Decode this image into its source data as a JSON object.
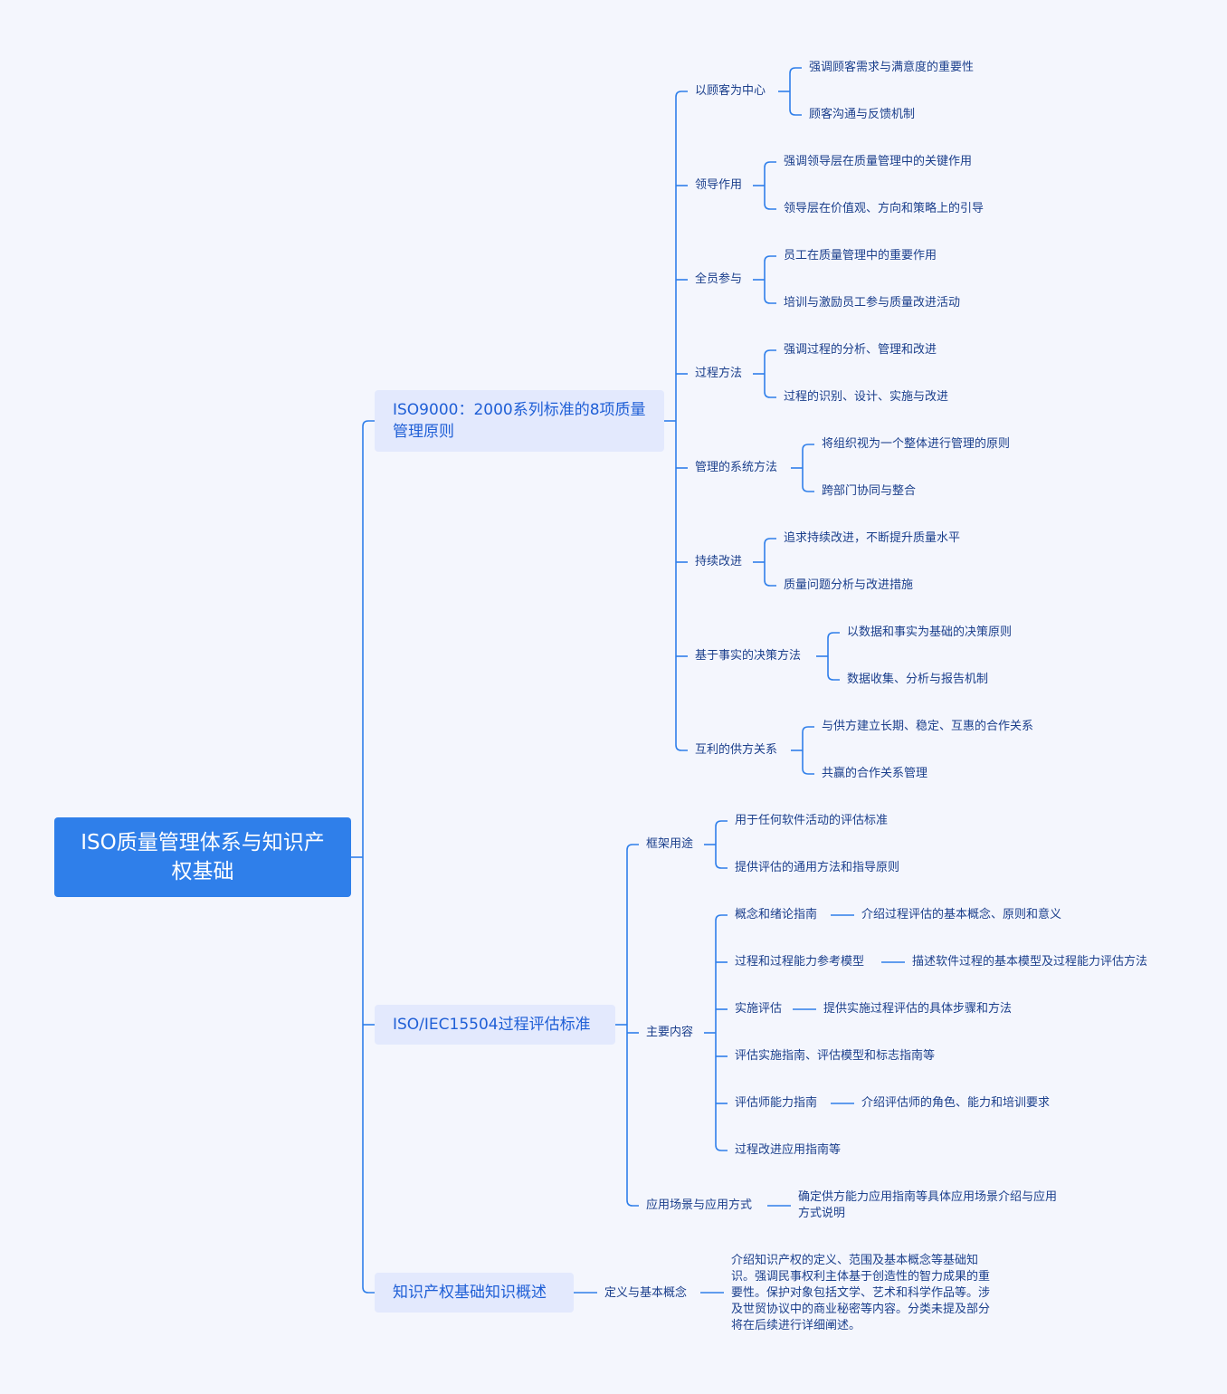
{
  "theme": {
    "background": "#f4f6fd",
    "line_color": "#2f7fea",
    "root_fill": "#2f7fea",
    "branch_fill": "#e3e9fd",
    "text_color": "#1b3f8c"
  },
  "root": {
    "label": "ISO质量管理体系与知识产权基础"
  },
  "branches": [
    {
      "label": "ISO9000：2000系列标准的8项质量管理原则",
      "children": [
        {
          "label": "以顾客为中心",
          "children": [
            "强调顾客需求与满意度的重要性",
            "顾客沟通与反馈机制"
          ]
        },
        {
          "label": "领导作用",
          "children": [
            "强调领导层在质量管理中的关键作用",
            "领导层在价值观、方向和策略上的引导"
          ]
        },
        {
          "label": "全员参与",
          "children": [
            "员工在质量管理中的重要作用",
            "培训与激励员工参与质量改进活动"
          ]
        },
        {
          "label": "过程方法",
          "children": [
            "强调过程的分析、管理和改进",
            "过程的识别、设计、实施与改进"
          ]
        },
        {
          "label": "管理的系统方法",
          "children": [
            "将组织视为一个整体进行管理的原则",
            "跨部门协同与整合"
          ]
        },
        {
          "label": "持续改进",
          "children": [
            "追求持续改进，不断提升质量水平",
            "质量问题分析与改进措施"
          ]
        },
        {
          "label": "基于事实的决策方法",
          "children": [
            "以数据和事实为基础的决策原则",
            "数据收集、分析与报告机制"
          ]
        },
        {
          "label": "互利的供方关系",
          "children": [
            "与供方建立长期、稳定、互惠的合作关系",
            "共赢的合作关系管理"
          ]
        }
      ]
    },
    {
      "label": "ISO/IEC15504过程评估标准",
      "children": [
        {
          "label": "框架用途",
          "children": [
            "用于任何软件活动的评估标准",
            "提供评估的通用方法和指导原则"
          ]
        },
        {
          "label": "主要内容",
          "children": [
            {
              "label": "概念和绪论指南",
              "detail": "介绍过程评估的基本概念、原则和意义"
            },
            {
              "label": "过程和过程能力参考模型",
              "detail": "描述软件过程的基本模型及过程能力评估方法"
            },
            {
              "label": "实施评估",
              "detail": "提供实施过程评估的具体步骤和方法"
            },
            {
              "label": "评估实施指南、评估模型和标志指南等",
              "detail": ""
            },
            {
              "label": "评估师能力指南",
              "detail": "介绍评估师的角色、能力和培训要求"
            },
            {
              "label": "过程改进应用指南等",
              "detail": ""
            }
          ]
        },
        {
          "label": "应用场景与应用方式",
          "children": [
            "确定供方能力应用指南等具体应用场景介绍与应用方式说明"
          ]
        }
      ]
    },
    {
      "label": "知识产权基础知识概述",
      "children": [
        {
          "label": "定义与基本概念",
          "children": [
            "介绍知识产权的定义、范围及基本概念等基础知识。强调民事权利主体基于创造性的智力成果的重要性。保护对象包括文学、艺术和科学作品等。涉及世贸协议中的商业秘密等内容。分类未提及部分将在后续进行详细阐述。"
          ]
        }
      ]
    }
  ]
}
